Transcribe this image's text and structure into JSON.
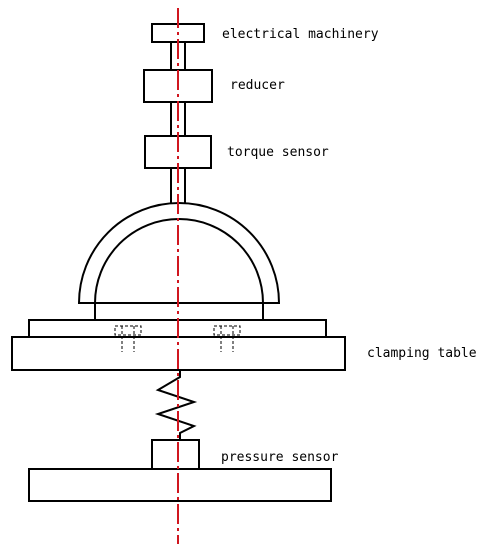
{
  "labels": {
    "motor": "electrical machinery",
    "reducer": "reducer",
    "torque_sensor": "torque sensor",
    "clamping_table": "clamping table",
    "pressure_sensor": "pressure sensor"
  },
  "colors": {
    "outline": "#000000",
    "axis": "#d0161f",
    "background": "#ffffff"
  }
}
